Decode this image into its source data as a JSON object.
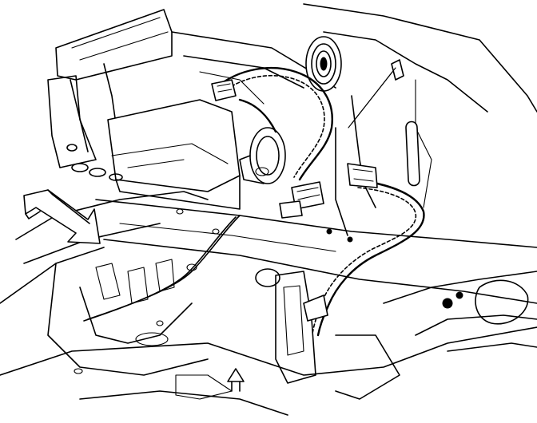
{
  "diagram": {
    "style": "black line-art technical illustration on white",
    "colors": {
      "ink": "#000000",
      "background": "#ffffff"
    },
    "components": [
      "engine-compartment-body-structure",
      "wiring-harness-conduit",
      "harness-connectors",
      "rubber-grommet",
      "location-arrow",
      "front-view-symbol"
    ],
    "labels": []
  }
}
